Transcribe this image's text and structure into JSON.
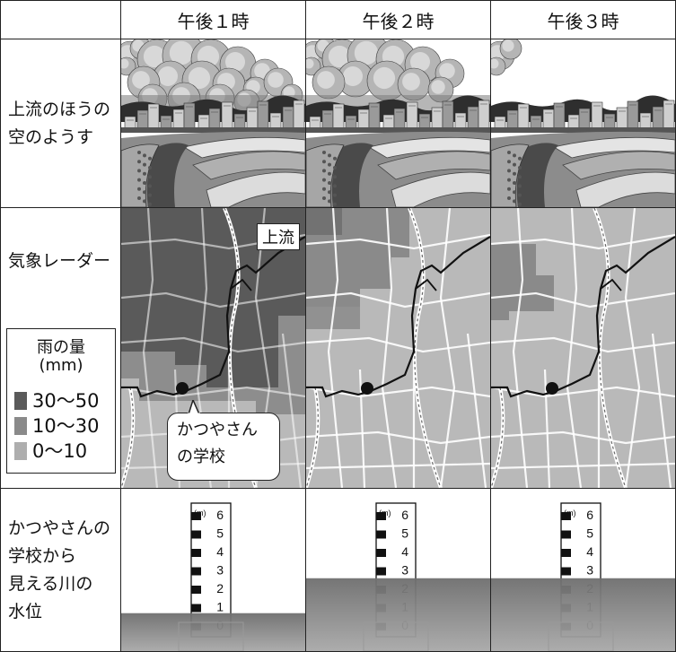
{
  "header": {
    "col1": "午後１時",
    "col2": "午後２時",
    "col3": "午後３時"
  },
  "rows": {
    "sky": [
      "上流のほうの",
      "空のようす"
    ],
    "radar": "気象レーダー",
    "water": [
      "かつやさんの",
      "学校から",
      "見える川の",
      "水位"
    ]
  },
  "legend": {
    "title": "雨の量",
    "unit": "(mm)",
    "items": [
      {
        "label": "30～50",
        "color": "#5a5a5a"
      },
      {
        "label": "10～30",
        "color": "#8a8a8a"
      },
      {
        "label": "0～10",
        "color": "#aeaeae"
      }
    ]
  },
  "map_labels": {
    "upstream": "上流",
    "school": [
      "かつやさん",
      "の学校"
    ]
  },
  "gauge": {
    "unit": "(m)",
    "ticks": [
      "6",
      "5",
      "4",
      "3",
      "2",
      "1",
      "0"
    ],
    "water_levels_m": [
      0.6,
      2.5,
      2.5
    ]
  }
}
